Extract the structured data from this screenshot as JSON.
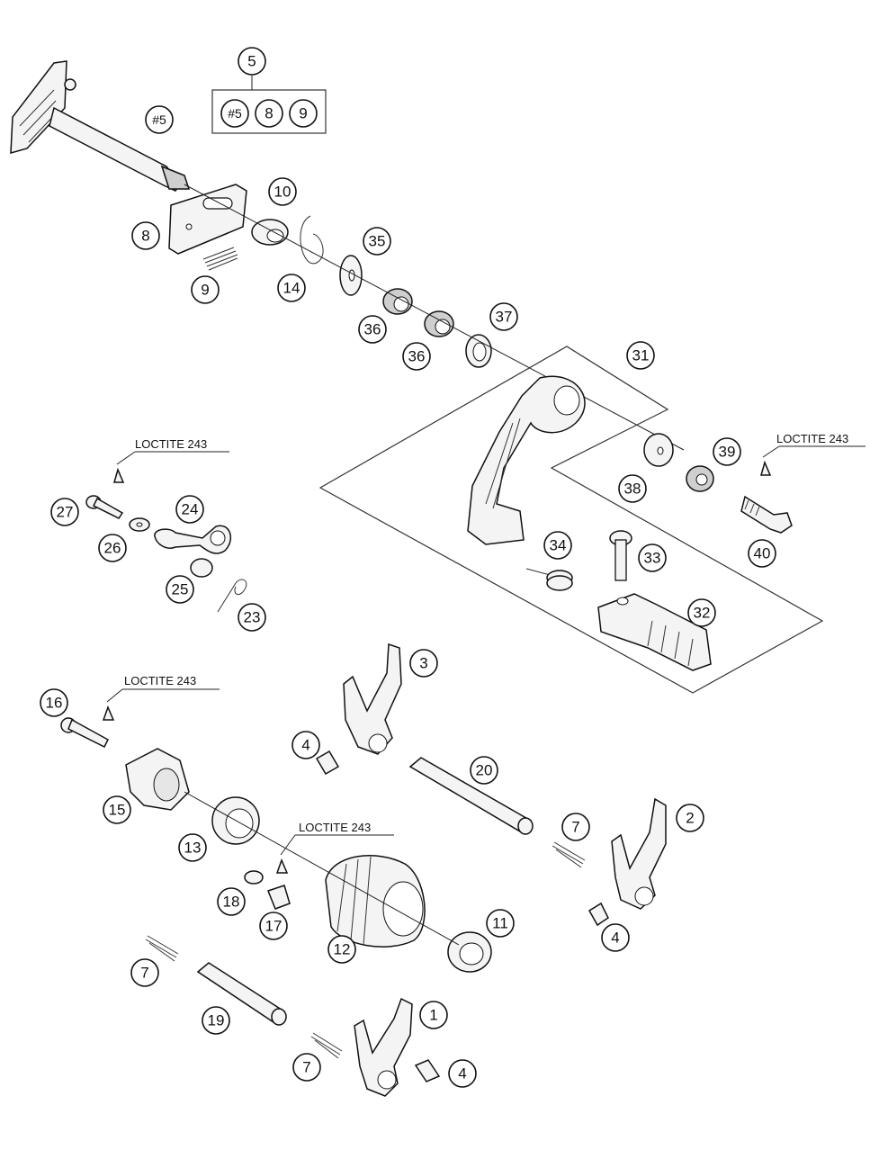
{
  "callouts": {
    "c5": "5",
    "c5a": "#5",
    "c8a": "8",
    "c9a": "9",
    "cH5": "#5",
    "c10": "10",
    "c8": "8",
    "c9": "9",
    "c14": "14",
    "c35": "35",
    "c36a": "36",
    "c36b": "36",
    "c37": "37",
    "c31": "31",
    "c38": "38",
    "c39": "39",
    "c40": "40",
    "c27": "27",
    "c24": "24",
    "c26": "26",
    "c25": "25",
    "c23": "23",
    "c34": "34",
    "c33": "33",
    "c32": "32",
    "c3": "3",
    "c4a": "4",
    "c20": "20",
    "c16": "16",
    "c15": "15",
    "c13": "13",
    "c7a": "7",
    "c2": "2",
    "c18": "18",
    "c17": "17",
    "c12": "12",
    "c11": "11",
    "c4b": "4",
    "c7b": "7",
    "c19": "19",
    "c1": "1",
    "c7c": "7",
    "c4c": "4"
  },
  "notes": {
    "loctite_left": "LOCTITE 243",
    "loctite_right": "LOCTITE 243",
    "loctite_mid": "LOCTITE 243",
    "loctite_lower": "LOCTITE 243"
  }
}
